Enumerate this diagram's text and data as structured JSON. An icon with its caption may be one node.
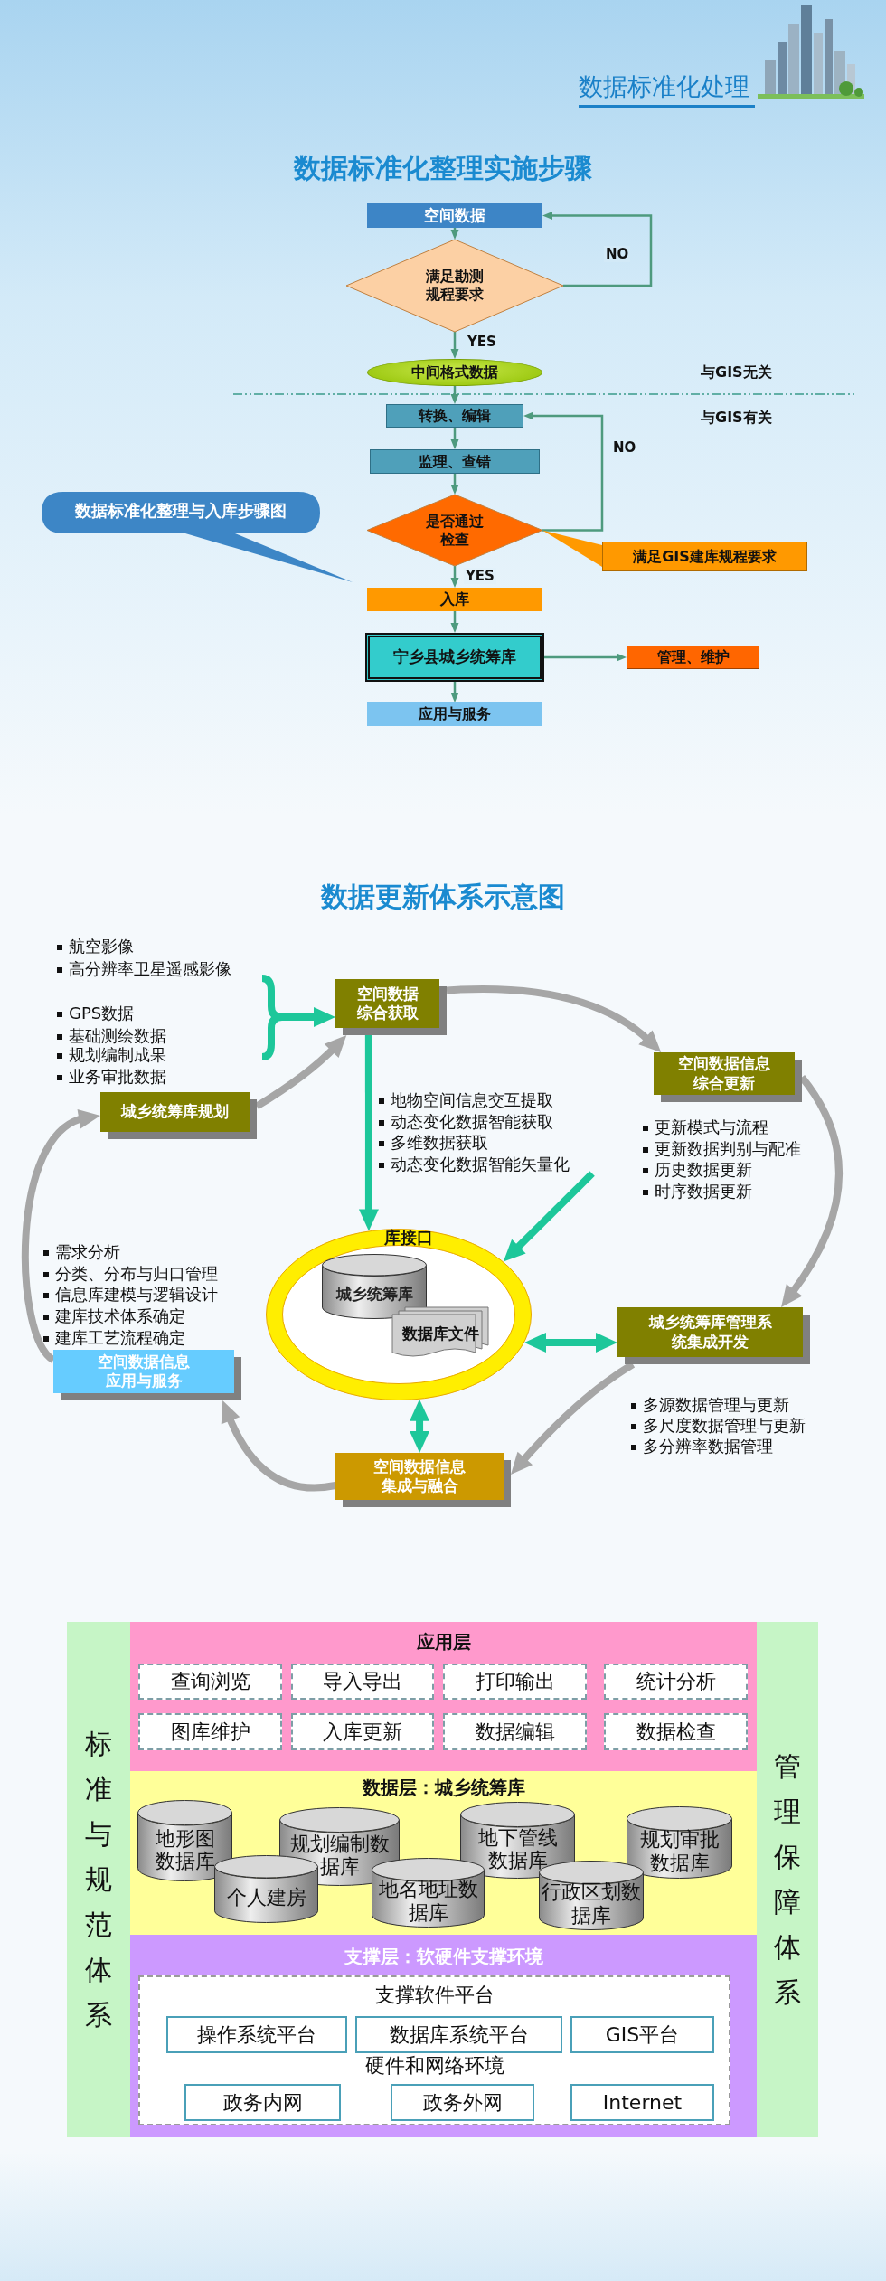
{
  "diagram": {
    "title": "数据标准化处理",
    "nodes": [
      {
        "text": [
          "空间数据"
        ]
      },
      {
        "text": [
          "满足勘测规程要求"
        ]
      },
      {
        "text": [
          "中间格式数据"
        ]
      },
      {
        "text": [
          "转换、编辑"
        ]
      },
      {
        "text": [
          "监理、查错"
        ]
      },
      {
        "text": [
          "是否通过检查"
        ]
      },
      {
        "text": [
          "满足GIS建库规程要求"
        ]
      },
      {
        "text": [
          "入库"
        ]
      },
      {
        "text": [
          "宁乡县城乡统筹库"
        ]
      },
      {
        "text": [
          "管理、维护"
        ]
      },
      {
        "text": [
          "应用与服务"
        ]
      },
      {
        "text": [
          "数据标准化整理与入库步骤图"
        ]
      },
      {
        "text": [
          "航空影像",
          "高分辨率卫星遥感影像",
          "GPS数据",
          "基础测绘数据",
          "规划编制成果",
          "业务审批数据"
        ]
      },
      {
        "text": [
          "空间数据综合获取"
        ]
      },
      {
        "text": [
          "空间数据信息综合更新"
        ],
        "beside": [
          "更新模式与流程",
          "更新数据判别与配准",
          "历史数据更新",
          "时序数据更新"
        ]
      },
      {
        "text": [
          "城乡统筹库规划"
        ]
      },
      {
        "text": [
          "库接口"
        ]
      },
      {
        "text": [
          "城乡统筹库"
        ],
        "in": 16
      },
      {
        "text": [
          "数据库文件"
        ],
        "in": 16
      },
      {
        "text": [
          "城乡统筹库管理系统集成开发"
        ],
        "beside": [
          "多源数据管理与更新",
          "多尺度数据管理与更新",
          "多分辨率数据管理"
        ]
      },
      {
        "text": [
          "空间数据信息应用与服务"
        ],
        "beside": [
          "需求分析",
          "分类、分布与归口管理",
          "信息库建模与逻辑设计",
          "建库技术体系确定",
          "建库工艺流程确定"
        ]
      },
      {
        "text": [
          "空间数据信息集成与融合"
        ]
      },
      {
        "text": [
          "标准与规范体系"
        ]
      },
      {
        "text": [
          "应用层"
        ]
      },
      {
        "text": [
          "查询浏览"
        ],
        "in": 23
      },
      {
        "text": [
          "导入导出"
        ],
        "in": 23
      },
      {
        "text": [
          "打印输出"
        ],
        "in": 23
      },
      {
        "text": [
          "统计分析"
        ],
        "in": 23
      },
      {
        "text": [
          "图库维护"
        ],
        "in": 23
      },
      {
        "text": [
          "入库更新"
        ],
        "in": 23
      },
      {
        "text": [
          "数据编辑"
        ],
        "in": 23
      },
      {
        "text": [
          "数据检查"
        ],
        "in": 23
      },
      {
        "text": [
          "数据层：城乡统筹库"
        ]
      },
      {
        "text": [
          "地形图数据库"
        ],
        "in": 32
      },
      {
        "text": [
          "规划编制数据库"
        ],
        "in": 32
      },
      {
        "text": [
          "地下管线数据库"
        ],
        "in": 32
      },
      {
        "text": [
          "规划审批数据库"
        ],
        "in": 32
      },
      {
        "text": [
          "个人建房"
        ],
        "in": 32
      },
      {
        "text": [
          "地名地址数据库"
        ],
        "in": 32
      },
      {
        "text": [
          "行政区划数据库"
        ],
        "in": 32
      },
      {
        "text": [
          "支撑层：软硬件支撑环境"
        ]
      },
      {
        "text": [
          "支撑软件平台",
          "硬件和网络环境"
        ],
        "in": 40
      },
      {
        "text": [
          "操作系统平台"
        ],
        "in": 41
      },
      {
        "text": [
          "数据库系统平台"
        ],
        "in": 41
      },
      {
        "text": [
          "GIS平台"
        ],
        "in": 41
      },
      {
        "text": [
          "政务内网"
        ],
        "in": 41
      },
      {
        "text": [
          "政务外网"
        ],
        "in": 41
      },
      {
        "text": [
          "Internet"
        ],
        "in": 41
      },
      {
        "text": [
          "管理保障体系"
        ]
      }
    ],
    "edges": [
      {
        "from": 0,
        "to": 1,
        "arrow": "to"
      },
      {
        "from": 1,
        "to": 2,
        "arrow": "to",
        "label": "YES"
      },
      {
        "from": 1,
        "to": 0,
        "arrow": "to",
        "label": "NO"
      },
      {
        "from": 2,
        "to": 3,
        "arrow": "to"
      },
      {
        "from": 3,
        "to": 4,
        "arrow": "to"
      },
      {
        "from": 4,
        "to": 5,
        "arrow": "to"
      },
      {
        "from": 5,
        "to": 3,
        "arrow": "to",
        "label": "NO"
      },
      {
        "from": 5,
        "to": 7,
        "arrow": "to",
        "label": "YES"
      },
      {
        "from": 7,
        "to": 8,
        "arrow": "to"
      },
      {
        "from": 8,
        "to": 9,
        "arrow": "to"
      },
      {
        "from": 8,
        "to": 10,
        "arrow": "to"
      },
      {
        "from": 6,
        "to": 5,
        "arrow": "none",
        "color": "#ff9900"
      },
      {
        "from": 12,
        "to": 13,
        "arrow": "to",
        "style": "thick",
        "color": "#1dc79a"
      },
      {
        "from": 13,
        "to": 16,
        "arrow": "to",
        "style": "thick",
        "color": "#1dc79a"
      },
      {
        "from": null,
        "to": 16,
        "arrow": "to",
        "style": "thick",
        "color": "#1dc79a"
      },
      {
        "from": 16,
        "to": 19,
        "arrow": "both",
        "style": "thick",
        "color": "#1dc79a"
      },
      {
        "from": 16,
        "to": 21,
        "arrow": "both",
        "style": "thick",
        "color": "#1dc79a"
      },
      {
        "from": 13,
        "to": 14,
        "arrow": "to",
        "style": "thick",
        "color": "#a6a6a6"
      },
      {
        "from": 14,
        "to": 19,
        "arrow": "to",
        "style": "thick",
        "color": "#a6a6a6"
      },
      {
        "from": 19,
        "to": 21,
        "arrow": "to",
        "style": "thick",
        "color": "#a6a6a6"
      },
      {
        "from": 21,
        "to": 20,
        "arrow": "to",
        "style": "thick",
        "color": "#a6a6a6"
      },
      {
        "from": 20,
        "to": 15,
        "arrow": "to",
        "style": "thick",
        "color": "#a6a6a6"
      },
      {
        "from": 15,
        "to": 13,
        "arrow": "to",
        "style": "thick",
        "color": "#a6a6a6"
      }
    ],
    "labels": [
      "数据标准化整理实施步骤",
      "与GIS无关",
      "与GIS有关",
      "数据更新体系示意图",
      "地物空间信息交互提取",
      "动态变化数据智能获取",
      "多维数据获取",
      "动态变化数据智能矢量化"
    ]
  }
}
